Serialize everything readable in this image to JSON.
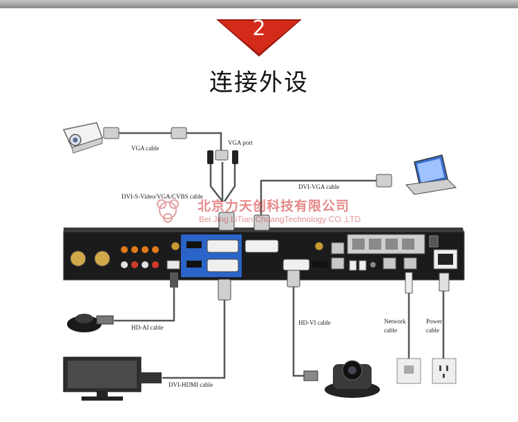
{
  "header": {
    "step_number": "2",
    "title": "连接外设"
  },
  "labels": {
    "vga_cable": "VGA cable",
    "vga_port": "VGA port",
    "dvi_vga_cable": "DVI-VGA cable",
    "dvi_svideo_cable": "DVI-S-Video/VGA/CVBS cable",
    "hd_ai_cable": "HD-AI cable",
    "hd_vi_cable": "HD-VI cable",
    "network_cable": "Network cable",
    "power_cable": "Power cable",
    "dvi_hdmi_cable": "DVI-HDMI cable"
  },
  "watermark": {
    "company_cn": "北京力天创科技有限公司",
    "company_en": "Bei Jing LiTian ChuangTechnology CO.,LTD"
  },
  "colors": {
    "badge_red": "#d42a1a",
    "device_panel": "#1b1b1b",
    "audio_orange": "#e07a1c",
    "video_blue": "#2a64c8"
  }
}
